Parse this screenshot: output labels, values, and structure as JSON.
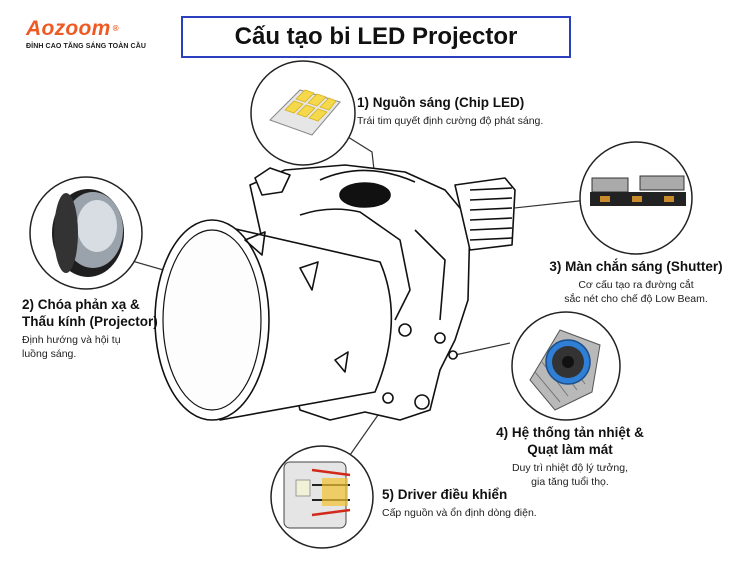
{
  "brand": {
    "name": "Aozoom",
    "registered": "®",
    "tagline": "ĐỈNH CAO TĂNG SÁNG TOÀN CẦU"
  },
  "title": "Cấu tạo bi LED Projector",
  "callouts": [
    {
      "title": "1) Nguồn sáng (Chip LED)",
      "desc": "Trái tim quyết định cường độ phát sáng."
    },
    {
      "title": "2) Chóa phản xạ &",
      "title2": "Thấu kính (Projector)",
      "desc": "Định hướng và hội tụ",
      "desc2": "luồng sáng."
    },
    {
      "title": "3) Màn chắn sáng (Shutter)",
      "desc": "Cơ cấu tạo ra đường cắt",
      "desc2": "sắc nét cho chế độ Low Beam."
    },
    {
      "title": "4) Hệ thống tản nhiệt &",
      "title2": "Quạt làm mát",
      "desc": "Duy trì nhiệt độ lý tưởng,",
      "desc2": "gia tăng tuổi thọ."
    },
    {
      "title": "5) Driver điều khiển",
      "desc": "Cấp nguồn và ổn định dòng điện."
    }
  ],
  "colors": {
    "brand": "#ee5a24",
    "title_border": "#2b3fbf",
    "fan_blue": "#2f7fd6",
    "led": "#f5d94a"
  }
}
